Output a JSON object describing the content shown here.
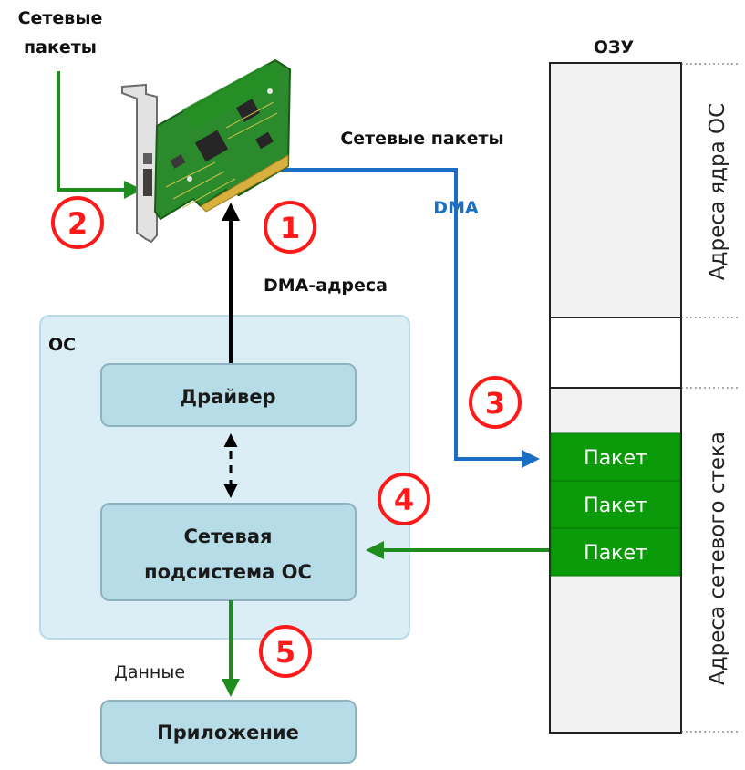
{
  "labels": {
    "network_packets_top": [
      "Сетевые",
      "пакеты"
    ],
    "network_packets_right": "Сетевые пакеты",
    "dma": "DMA",
    "dma_addresses": "DMA-адреса",
    "data": "Данные",
    "ram": "ОЗУ"
  },
  "os": {
    "title": "ОС",
    "driver": "Драйвер",
    "network_subsystem": [
      "Сетевая",
      "подсистема ОС"
    ]
  },
  "application": "Приложение",
  "ram": {
    "kernel_addresses": "Адреса ядра ОС",
    "stack_addresses": "Адреса сетевого стека",
    "packets": [
      "Пакет",
      "Пакет",
      "Пакет"
    ]
  },
  "steps": [
    "1",
    "2",
    "3",
    "4",
    "5"
  ],
  "colors": {
    "green": "#1e8c1e",
    "blue": "#1a6fc4",
    "step_red": "#ff1a1a",
    "box_fill": "#b6dce8",
    "panel_fill": "#dbedf5",
    "packet_fill": "#0a9a0a"
  },
  "icons": {
    "network_card": "pcie-network-card-icon"
  }
}
